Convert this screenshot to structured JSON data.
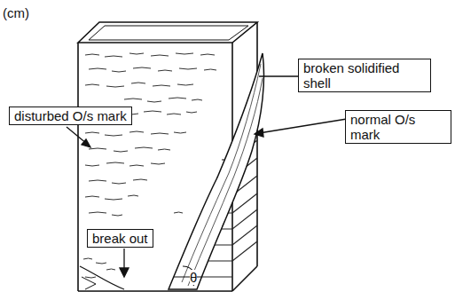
{
  "diagram": {
    "nodes": [
      {
        "text": [
          "disturbed O/s mark"
        ]
      },
      {
        "text": [
          "broken solidified shell"
        ]
      },
      {
        "text": [
          "normal O/s mark"
        ]
      },
      {
        "text": [
          "break out"
        ]
      }
    ],
    "labels": [
      "(cm)",
      "θ"
    ]
  }
}
